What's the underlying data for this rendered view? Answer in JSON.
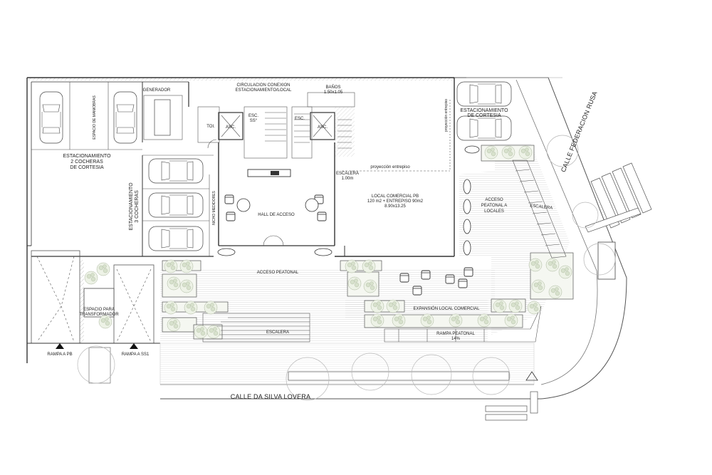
{
  "labels": {
    "estac_cortesia_left": [
      "ESTACIONAMIENTO",
      "2 COCHERAS",
      "DE CORTESIA"
    ],
    "espacio_maniobras": "ESPACIO DE MANIOBRAS",
    "generador": "GENERADOR",
    "circulacion": [
      "CIRCULACION CONEXION",
      "ESTACIONAMIENTO/LOCAL"
    ],
    "banos": [
      "BAÑOS",
      "1.50x1.05"
    ],
    "esc_ss": [
      "ESC.",
      "SS°"
    ],
    "esc": "ESC.",
    "asc_left": "ASC.",
    "asc_right": "ASC.",
    "toi": "TOI.",
    "estac_3_cocheras": [
      "ESTACIONAMIENTO",
      "3 COCHERAS"
    ],
    "nicho_medidores": "NICHO MEDIDORES",
    "hall_acceso": "HALL DE ACCESO",
    "escalera_100": [
      "ESCALERA",
      "1.00m"
    ],
    "proyeccion_entrepiso": "proyección entrepiso",
    "proyeccion_entrepiso_v": "proyección entrepiso",
    "local_comercial": [
      "LOCAL COMERCIAL PB",
      "120 m2 + ENTREPISO 90m2",
      "8.90x13.25"
    ],
    "estac_cortesia_right": [
      "ESTACIONAMIENTO",
      "DE CORTESIA"
    ],
    "acceso_peatonal_locales": [
      "ACCESO",
      "PEATONAL A",
      "LOCALES"
    ],
    "escalera_diag": "ESCALERA",
    "calle_federacion": "CALLE FEDERACION RUSA",
    "acceso_peatonal": "ACCESO PEATONAL",
    "espacio_transformador": [
      "ESPACIO PARA",
      "TRANSFORMADOR"
    ],
    "expansion_local": "EXPANSIÓN LOCAL COMERCIAL",
    "escalera_bottom": "ESCALERA",
    "rampa_peatonal": [
      "RAMPA PEATONAL",
      "14%"
    ],
    "rampa_pb": "RAMPA A PB",
    "rampa_ss1": "RAMPA A SS1",
    "calle_silva": "CALLE DA SILVA LOVERA"
  },
  "colors": {
    "wall": "#333333",
    "hatch": "#9a9a9a",
    "deck": "#c8c8c8",
    "tree_fill": "#e9efe2",
    "tree_stroke": "#9aa88d"
  },
  "icons": {
    "car": "car-top-view-icon",
    "tree": "tree-canopy-icon",
    "arrow": "triangle-up-icon",
    "chair": "chair-icon"
  }
}
